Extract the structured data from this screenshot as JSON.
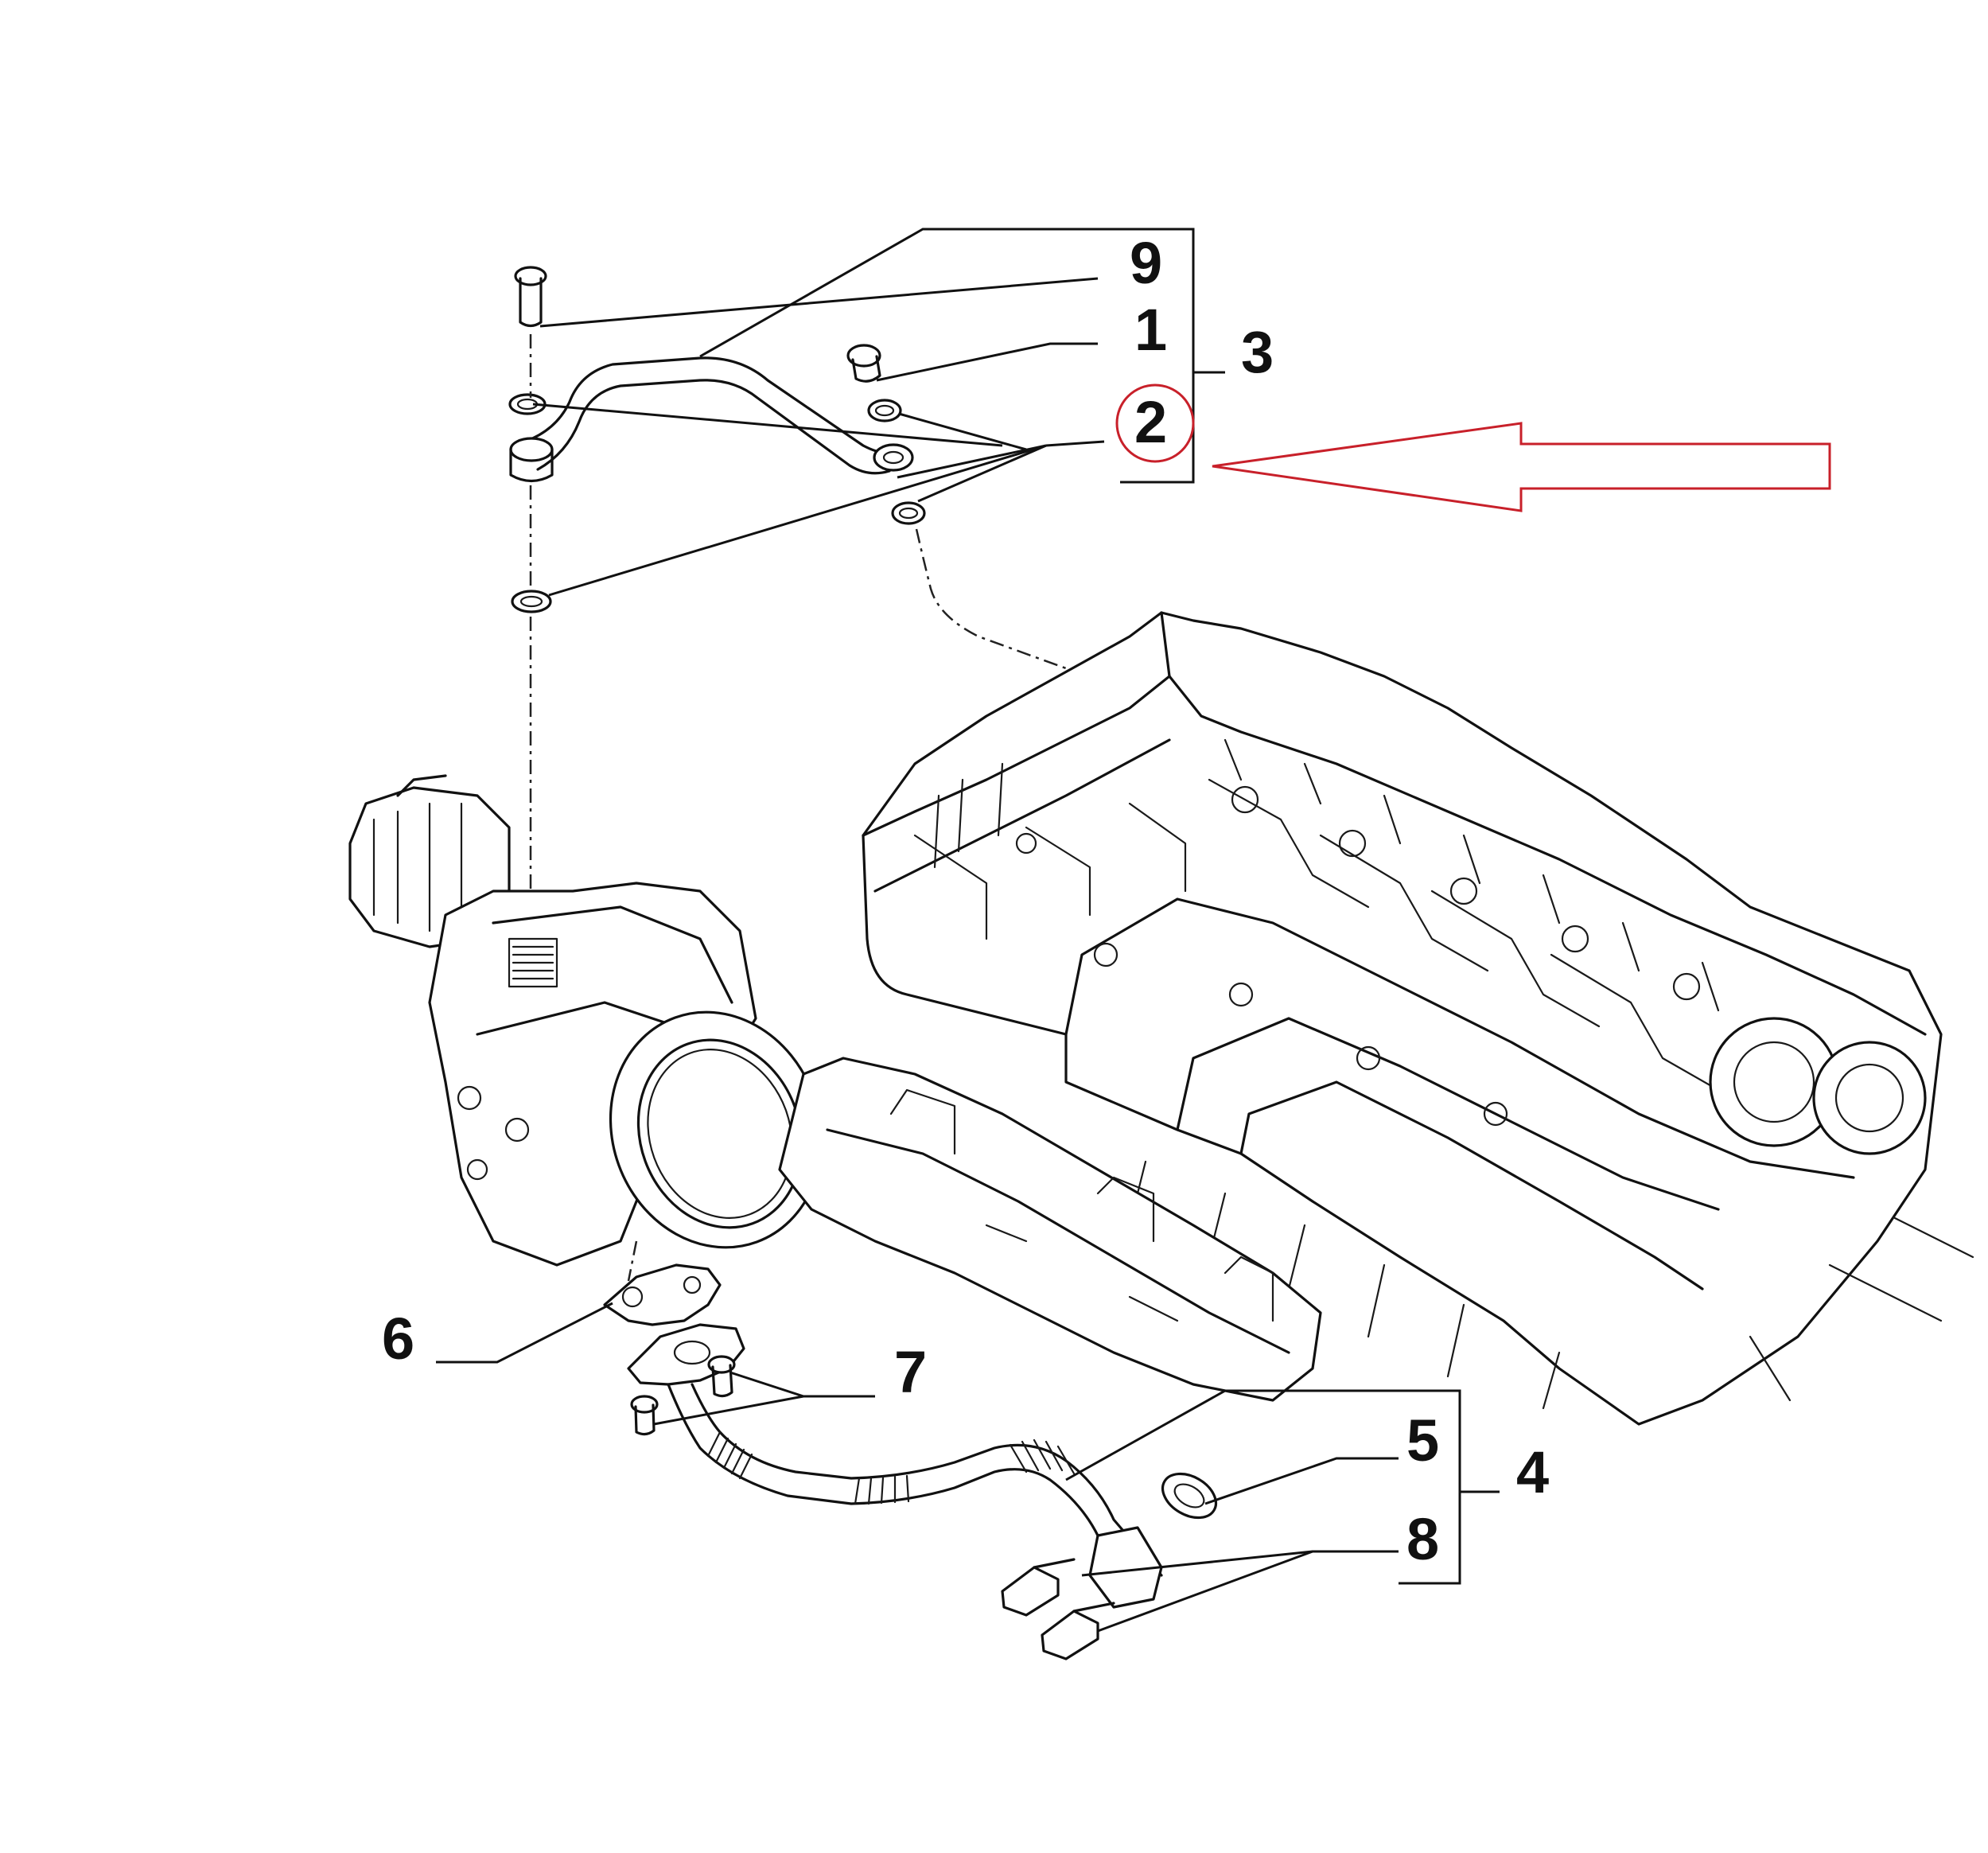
{
  "callouts": {
    "c1": "1",
    "c2": "2",
    "c3": "3",
    "c4": "4",
    "c5": "5",
    "c6": "6",
    "c7": "7",
    "c8": "8",
    "c9": "9"
  },
  "highlight": {
    "callout": "2",
    "color": "#c8202a"
  }
}
